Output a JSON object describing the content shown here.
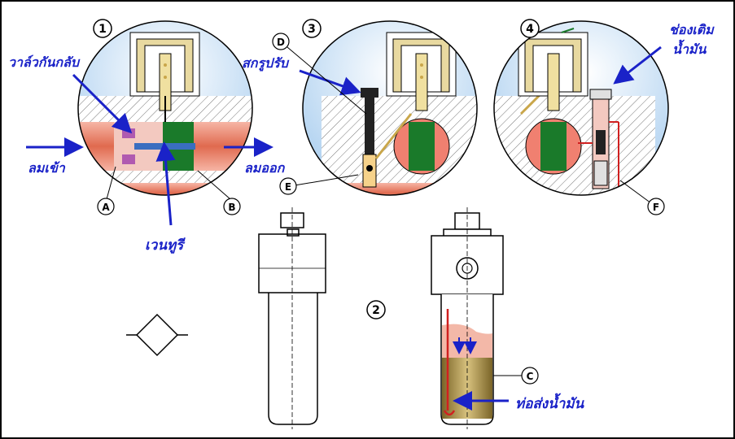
{
  "diagram_numbers": {
    "n1": "1",
    "n2": "2",
    "n3": "3",
    "n4": "4"
  },
  "callouts": {
    "A": "A",
    "B": "B",
    "C": "C",
    "D": "D",
    "E": "E",
    "F": "F"
  },
  "labels": {
    "check_valve": "วาล์วกันกลับ",
    "air_in": "ลมเข้า",
    "air_out": "ลมออก",
    "venturi": "เวนทูรี",
    "adjust_screw": "สกรูปรับ",
    "oil_fill_line1": "ช่องเติม",
    "oil_fill_line2": "น้ำมัน",
    "oil_feed_tube": "ท่อส่งน้ำมัน"
  },
  "colors": {
    "arrow": "#1a22c8",
    "bg_circle": "#bcd9f5",
    "body_hatch": "#8a8a8a",
    "oil_pink": "#f08070",
    "venturi_green": "#1a7a2a",
    "tube_gold": "#c9a64a",
    "reservoir_oil": "#b89a55"
  },
  "symbol": "lubricator-symbol"
}
